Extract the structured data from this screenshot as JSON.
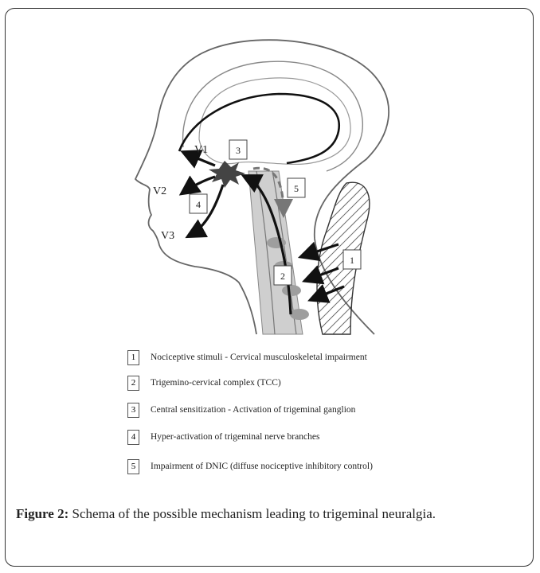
{
  "diagram": {
    "nerve_labels": {
      "v1": "V1",
      "v2": "V2",
      "v3": "V3"
    },
    "markers": [
      "1",
      "2",
      "3",
      "4",
      "5"
    ]
  },
  "legend": [
    {
      "num": "1",
      "text": "Nociceptive stimuli - Cervical musculoskeletal impairment"
    },
    {
      "num": "2",
      "text": "Trigemino-cervical complex (TCC)"
    },
    {
      "num": "3",
      "text": "Central sensitization - Activation of trigeminal ganglion"
    },
    {
      "num": "4",
      "text": "Hyper-activation of trigeminal nerve branches"
    },
    {
      "num": "5",
      "text": "Impairment of DNIC (diffuse nociceptive inhibitory control)"
    }
  ],
  "caption": {
    "label": "Figure 2:",
    "text": " Schema of the possible mechanism leading to trigeminal neuralgia."
  }
}
